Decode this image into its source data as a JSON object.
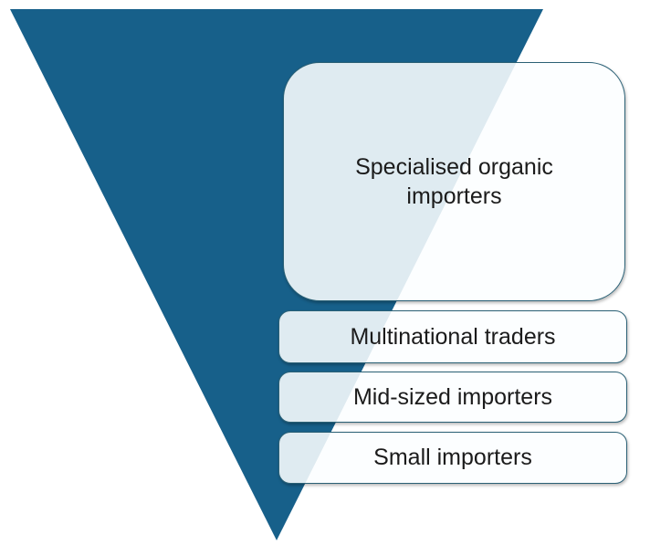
{
  "diagram": {
    "type": "inverted-pyramid-funnel",
    "levels": [
      {
        "label": "Specialised organic importers"
      },
      {
        "label": "Multinational traders"
      },
      {
        "label": "Mid-sized importers"
      },
      {
        "label": "Small importers"
      }
    ]
  },
  "colors": {
    "triangle_fill": "#17608A",
    "box_border": "#2A6075",
    "box_fill_over_triangle": "#E7EDF0",
    "box_fill_over_background": "#FBFCFD",
    "text": "#1B1B1B",
    "background": "#FFFFFF"
  }
}
